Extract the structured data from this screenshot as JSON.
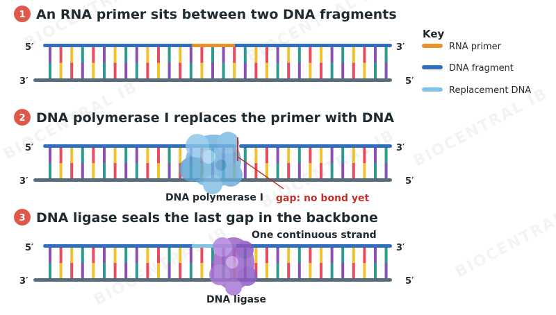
{
  "steps": [
    {
      "number": "1",
      "title": "An RNA primer sits between two DNA fragments"
    },
    {
      "number": "2",
      "title": "DNA polymerase I replaces the primer with DNA"
    },
    {
      "number": "3",
      "title": "DNA ligase seals the last gap in the backbone"
    }
  ],
  "strand_ends": {
    "five_prime": "5′",
    "three_prime": "3′"
  },
  "key": {
    "title": "Key",
    "items": [
      {
        "label": "RNA primer",
        "color": "#e8902a"
      },
      {
        "label": "DNA fragment",
        "color": "#2f6fbd"
      },
      {
        "label": "Replacement DNA",
        "color": "#7fc3e6"
      }
    ]
  },
  "labels": {
    "polymerase": "DNA polymerase I",
    "gap": "gap: no bond yet",
    "continuous": "One continuous strand",
    "ligase": "DNA ligase"
  },
  "watermark": "BIOCENTRAL IB",
  "colors": {
    "backbone_bottom": "#566d7e",
    "step_badge": "#e0584a",
    "gap_marker": "#c0322b",
    "polymerase": "#6fb0dc",
    "ligase": "#9b66c9",
    "bases": [
      "#8a4fb3",
      "#e84a5f",
      "#f2c12e",
      "#2b9b8f"
    ]
  }
}
